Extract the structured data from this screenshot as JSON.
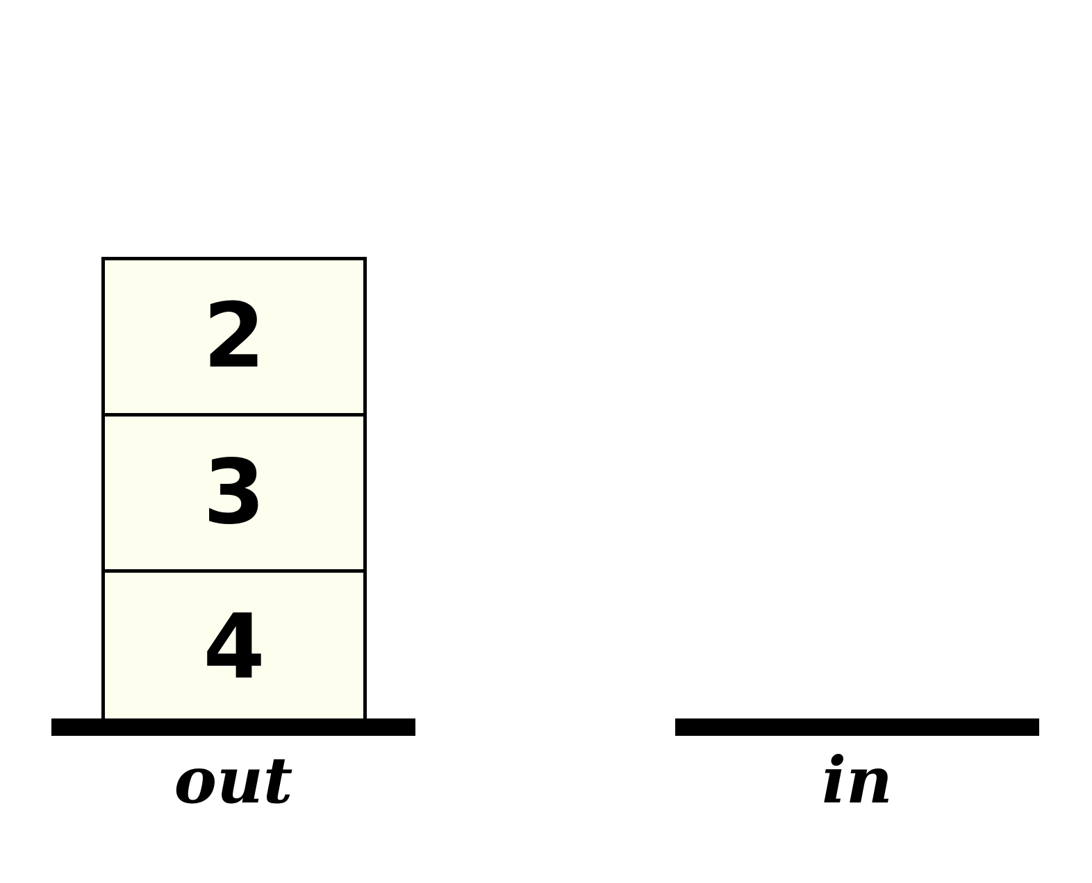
{
  "diagram": {
    "type": "queue-stacks",
    "stacks": [
      {
        "name": "out",
        "label": "out",
        "items": [
          "2",
          "3",
          "4"
        ]
      },
      {
        "name": "in",
        "label": "in",
        "items": []
      }
    ],
    "box_fill": "#fdfeee",
    "stroke": "#000000"
  }
}
